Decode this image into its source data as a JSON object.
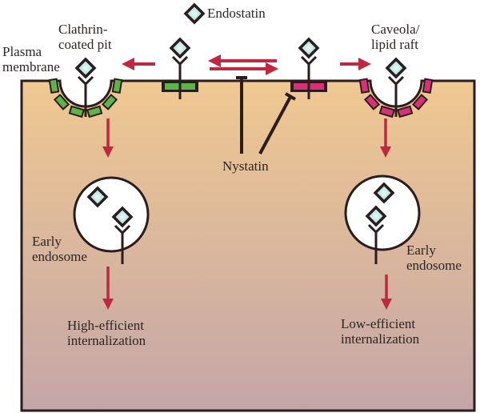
{
  "legend": {
    "endostatin_label": "Endostatin"
  },
  "labels": {
    "plasma_membrane": [
      "Plasma",
      "membrane"
    ],
    "clathrin_pit": [
      "Clathrin-",
      "coated pit"
    ],
    "caveola": [
      "Caveola/",
      "lipid raft"
    ],
    "nystatin": "Nystatin",
    "early_endosome_left": [
      "Early",
      "endosome"
    ],
    "early_endosome_right": [
      "Early",
      "endosome"
    ],
    "outcome_left": [
      "High-efficient",
      "internalization"
    ],
    "outcome_right": [
      "Low-efficient",
      "internalization"
    ]
  },
  "colors": {
    "cell_top": "#f0c891",
    "cell_bottom": "#c4a6a8",
    "outline": "#2b1d1e",
    "arrow": "#c0283f",
    "clathrin": "#5bb548",
    "caveolin": "#d8317a",
    "endostatin_fill": "#a9dcd6",
    "endostatin_center": "#e8f8f6"
  }
}
